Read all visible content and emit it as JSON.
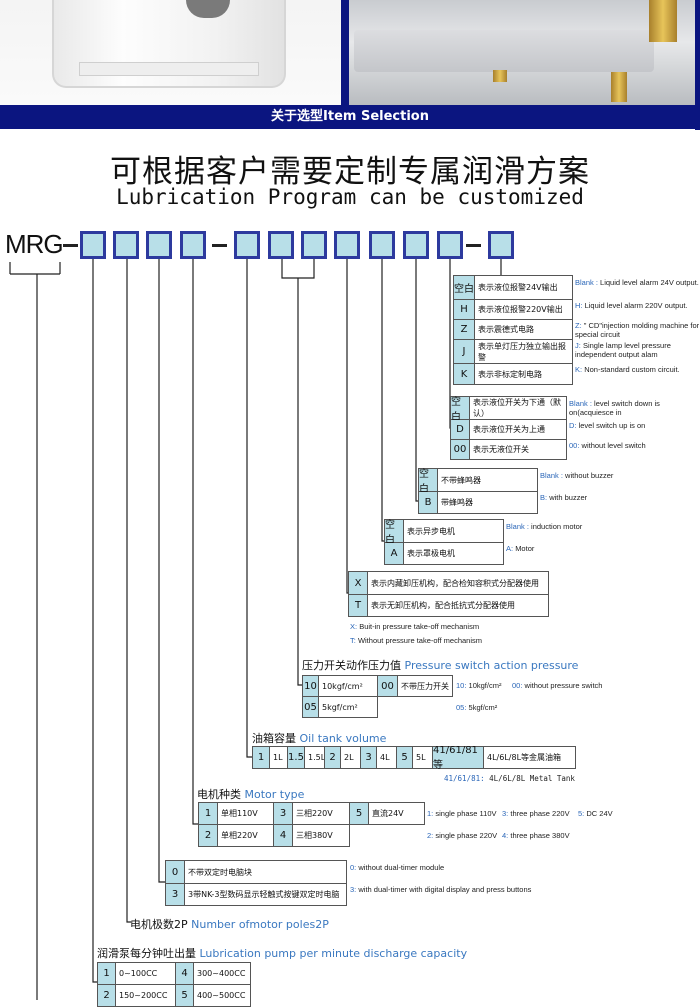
{
  "banner": "关于选型Item Selection",
  "title_cn": "可根据客户需要定制专属润滑方案",
  "title_en": "Lubrication Program can be customized",
  "code": {
    "prefix": "MRG",
    "dash": "-"
  },
  "alarm": {
    "rows": [
      [
        "空白",
        "表示液位报警24V输出",
        "Blank :",
        "Liquid level alarm 24V output."
      ],
      [
        "H",
        "表示液位报警220V输出",
        "H:",
        "Liquid level alarm 220V output."
      ],
      [
        "Z",
        "表示震德式电路",
        "Z:",
        "\" CD\"injection molding machine for special circuit"
      ],
      [
        "J",
        "表示单灯压力独立输出报警",
        "J:",
        "Single lamp level pressure independent output alam"
      ],
      [
        "K",
        "表示非标定制电路",
        "K:",
        "Non-standard custom circuit."
      ]
    ]
  },
  "level": {
    "rows": [
      [
        "空白",
        "表示液位开关为下通（默认）",
        "Blank :",
        "level switch down is on(acquiesce in"
      ],
      [
        "D",
        "表示液位开关为上通",
        "D:",
        "level switch up is on"
      ],
      [
        "00",
        "表示无液位开关",
        "00:",
        "without level switch"
      ]
    ]
  },
  "buzzer": {
    "rows": [
      [
        "空白",
        "不带蜂鸣器",
        "Blank :",
        "without buzzer"
      ],
      [
        "B",
        "带蜂鸣器",
        "B:",
        "with buzzer"
      ]
    ]
  },
  "motor_a": {
    "rows": [
      [
        "空白",
        "表示异步电机",
        "Blank :",
        "induction motor"
      ],
      [
        "A",
        "表示罩极电机",
        "A:",
        "Motor"
      ]
    ]
  },
  "xt": {
    "rows": [
      [
        "X",
        "表示内藏卸压机构，配合检知容积式分配器使用"
      ],
      [
        "T",
        "表示无卸压机构，配合抵抗式分配器使用"
      ]
    ],
    "notes": [
      [
        "X:",
        "Buit-in pressure take-off mechanism"
      ],
      [
        "T:",
        "Without pressure take-off mechanism"
      ]
    ]
  },
  "pressure": {
    "title_cn": "压力开关动作压力值",
    "title_en": "Pressure switch action pressure",
    "cells": [
      "10",
      "10kgf/cm²",
      "00",
      "不带压力开关",
      "05",
      "5kgf/cm²"
    ],
    "notes": [
      [
        "10:",
        "10kgf/cm²"
      ],
      [
        "00:",
        "without pressure switch"
      ],
      [
        "05:",
        "5kgf/cm²"
      ]
    ]
  },
  "tank": {
    "title_cn": "油箱容量",
    "title_en": "Oil tank volume",
    "cells": [
      "1",
      "1L",
      "1.5",
      "1.5L",
      "2",
      "2L",
      "3",
      "4L",
      "5",
      "5L",
      "41/61/81等",
      "4L/6L/8L等金属油箱"
    ],
    "note": [
      "41/61/81:",
      "4L/6L/8L Metal Tank"
    ]
  },
  "motor": {
    "title_cn": "电机种类",
    "title_en": "Motor type",
    "cells": [
      "1",
      "单相110V",
      "3",
      "三相220V",
      "5",
      "直流24V",
      "2",
      "单相220V",
      "4",
      "三相380V"
    ],
    "notes": [
      [
        "1:",
        "single phase 110V"
      ],
      [
        "3:",
        "three phase 220V"
      ],
      [
        "5:",
        "DC 24V"
      ],
      [
        "2:",
        "single phase 220V"
      ],
      [
        "4:",
        "three phase 380V"
      ]
    ]
  },
  "timer": {
    "rows": [
      [
        "0",
        "不带双定时电脑块",
        "0:",
        "without dual-timer module"
      ],
      [
        "3",
        "3带NK-3型数码显示轻触式按键双定时电脑",
        "3:",
        "with dual-timer with digital display and press buttons"
      ]
    ]
  },
  "poles": {
    "title_cn": "电机极数2P",
    "title_en": "Number ofmotor poles2P"
  },
  "discharge": {
    "title_cn": "润滑泵每分钟吐出量",
    "title_en": "Lubrication pump per minute discharge capacity",
    "cells": [
      "1",
      "0~100CC",
      "4",
      "300~400CC",
      "2",
      "150~200CC",
      "5",
      "400~500CC"
    ]
  },
  "colors": {
    "navy": "#0b1580",
    "box": "#b8dfe8",
    "accent": "#3a78c0"
  }
}
